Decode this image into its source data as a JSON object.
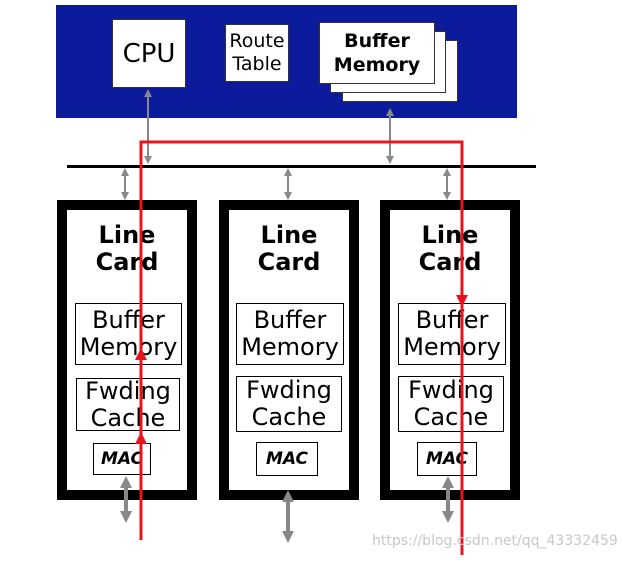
{
  "top": {
    "cpu": "CPU",
    "route_table_line1": "Route",
    "route_table_line2": "Table",
    "buffer_line1": "Buffer",
    "buffer_line2": "Memory"
  },
  "line_cards": [
    {
      "title1": "Line",
      "title2": "Card",
      "buffer1": "Buffer",
      "buffer2": "Memory",
      "fwd1": "Fwding",
      "fwd2": "Cache",
      "mac": "MAC"
    },
    {
      "title1": "Line",
      "title2": "Card",
      "buffer1": "Buffer",
      "buffer2": "Memory",
      "fwd1": "Fwding",
      "fwd2": "Cache",
      "mac": "MAC"
    },
    {
      "title1": "Line",
      "title2": "Card",
      "buffer1": "Buffer",
      "buffer2": "Memory",
      "fwd1": "Fwding",
      "fwd2": "Cache",
      "mac": "MAC"
    }
  ],
  "watermark": "https://blog.csdn.net/qq_43332459",
  "colors": {
    "panel": "#0b1b9b",
    "path": "#e8141c",
    "arrow": "#888888"
  }
}
